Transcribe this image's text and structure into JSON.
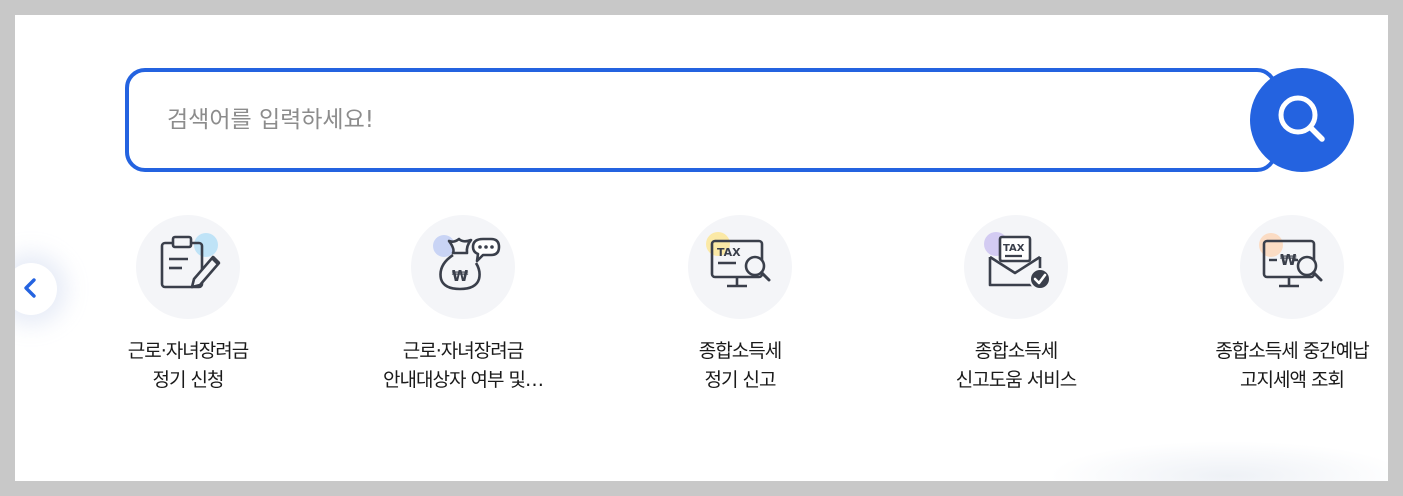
{
  "search": {
    "placeholder": "검색어를 입력하세요!",
    "value": ""
  },
  "colors": {
    "accent": "#2463e0",
    "icon_bg": "#f4f5f8",
    "panel_bg": "#ffffff",
    "frame_bg": "#c8c8c8"
  },
  "services": [
    {
      "line1": "근로·자녀장려금",
      "line2": "정기 신청",
      "icon": "clipboard-edit-icon",
      "dot_color": "#bfe3f7"
    },
    {
      "line1": "근로·자녀장려금",
      "line2": "안내대상자 여부 및…",
      "icon": "money-bag-chat-icon",
      "dot_color": "#c9d4f5"
    },
    {
      "line1": "종합소득세",
      "line2": "정기 신고",
      "icon": "tax-monitor-search-icon",
      "dot_color": "#fbe9a6"
    },
    {
      "line1": "종합소득세",
      "line2": "신고도움 서비스",
      "icon": "tax-envelope-check-icon",
      "dot_color": "#d3cbf2"
    },
    {
      "line1": "종합소득세 중간예납",
      "line2": "고지세액 조회",
      "icon": "won-monitor-search-icon",
      "dot_color": "#fbdcc4"
    }
  ]
}
